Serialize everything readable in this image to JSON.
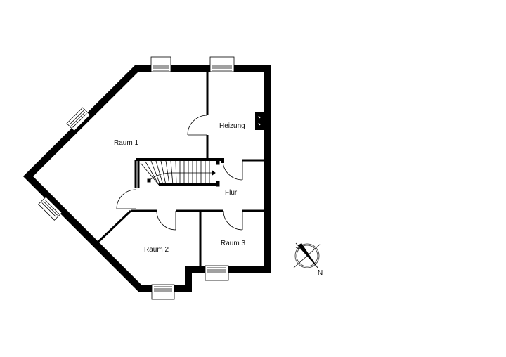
{
  "rooms": {
    "raum1": "Raum 1",
    "heizung": "Heizung",
    "flur": "Flur",
    "raum2": "Raum 2",
    "raum3": "Raum 3"
  },
  "compass": {
    "label": "N"
  },
  "colors": {
    "wall": "#000000",
    "background": "#ffffff"
  }
}
